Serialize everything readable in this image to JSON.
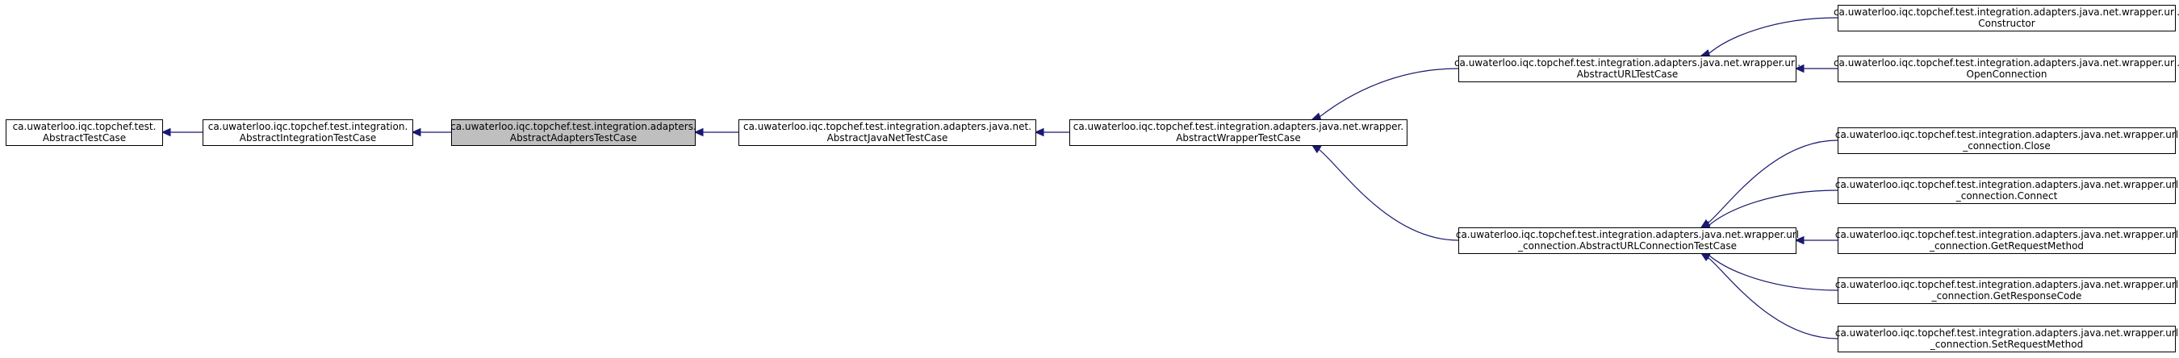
{
  "colors": {
    "node_fill": "#ffffff",
    "highlight_fill": "#bfbfbf",
    "node_border": "#000000",
    "edge": "#191970",
    "background": "#ffffff"
  },
  "nodes": [
    {
      "id": "abstract-test-case",
      "lines": [
        "ca.uwaterloo.iqc.topchef.test.",
        "AbstractTestCase"
      ],
      "highlight": false
    },
    {
      "id": "abstract-integration-test-case",
      "lines": [
        "ca.uwaterloo.iqc.topchef.test.integration.",
        "AbstractIntegrationTestCase"
      ],
      "highlight": false
    },
    {
      "id": "abstract-adapters-test-case",
      "lines": [
        "ca.uwaterloo.iqc.topchef.test.integration.adapters.",
        "AbstractAdaptersTestCase"
      ],
      "highlight": true
    },
    {
      "id": "abstract-java-net-test-case",
      "lines": [
        "ca.uwaterloo.iqc.topchef.test.integration.adapters.java.net.",
        "AbstractJavaNetTestCase"
      ],
      "highlight": false
    },
    {
      "id": "abstract-wrapper-test-case",
      "lines": [
        "ca.uwaterloo.iqc.topchef.test.integration.adapters.java.net.wrapper.",
        "AbstractWrapperTestCase"
      ],
      "highlight": false
    },
    {
      "id": "abstract-url-test-case",
      "lines": [
        "ca.uwaterloo.iqc.topchef.test.integration.adapters.java.net.wrapper.url.",
        "AbstractURLTestCase"
      ],
      "highlight": false
    },
    {
      "id": "abstract-url-connection-test-case",
      "lines": [
        "ca.uwaterloo.iqc.topchef.test.integration.adapters.java.net.wrapper.url",
        "_connection.AbstractURLConnectionTestCase"
      ],
      "highlight": false
    },
    {
      "id": "constructor",
      "lines": [
        "ca.uwaterloo.iqc.topchef.test.integration.adapters.java.net.wrapper.url.",
        "Constructor"
      ],
      "highlight": false
    },
    {
      "id": "open-connection",
      "lines": [
        "ca.uwaterloo.iqc.topchef.test.integration.adapters.java.net.wrapper.url.",
        "OpenConnection"
      ],
      "highlight": false
    },
    {
      "id": "close",
      "lines": [
        "ca.uwaterloo.iqc.topchef.test.integration.adapters.java.net.wrapper.url",
        "_connection.Close"
      ],
      "highlight": false
    },
    {
      "id": "connect",
      "lines": [
        "ca.uwaterloo.iqc.topchef.test.integration.adapters.java.net.wrapper.url",
        "_connection.Connect"
      ],
      "highlight": false
    },
    {
      "id": "get-request-method",
      "lines": [
        "ca.uwaterloo.iqc.topchef.test.integration.adapters.java.net.wrapper.url",
        "_connection.GetRequestMethod"
      ],
      "highlight": false
    },
    {
      "id": "get-response-code",
      "lines": [
        "ca.uwaterloo.iqc.topchef.test.integration.adapters.java.net.wrapper.url",
        "_connection.GetResponseCode"
      ],
      "highlight": false
    },
    {
      "id": "set-request-method",
      "lines": [
        "ca.uwaterloo.iqc.topchef.test.integration.adapters.java.net.wrapper.url",
        "_connection.SetRequestMethod"
      ],
      "highlight": false
    }
  ],
  "edges": [
    {
      "from": "abstract-integration-test-case",
      "to": "abstract-test-case"
    },
    {
      "from": "abstract-adapters-test-case",
      "to": "abstract-integration-test-case"
    },
    {
      "from": "abstract-java-net-test-case",
      "to": "abstract-adapters-test-case"
    },
    {
      "from": "abstract-wrapper-test-case",
      "to": "abstract-java-net-test-case"
    },
    {
      "from": "abstract-url-test-case",
      "to": "abstract-wrapper-test-case"
    },
    {
      "from": "abstract-url-connection-test-case",
      "to": "abstract-wrapper-test-case"
    },
    {
      "from": "constructor",
      "to": "abstract-url-test-case"
    },
    {
      "from": "open-connection",
      "to": "abstract-url-test-case"
    },
    {
      "from": "close",
      "to": "abstract-url-connection-test-case"
    },
    {
      "from": "connect",
      "to": "abstract-url-connection-test-case"
    },
    {
      "from": "get-request-method",
      "to": "abstract-url-connection-test-case"
    },
    {
      "from": "get-response-code",
      "to": "abstract-url-connection-test-case"
    },
    {
      "from": "set-request-method",
      "to": "abstract-url-connection-test-case"
    }
  ]
}
